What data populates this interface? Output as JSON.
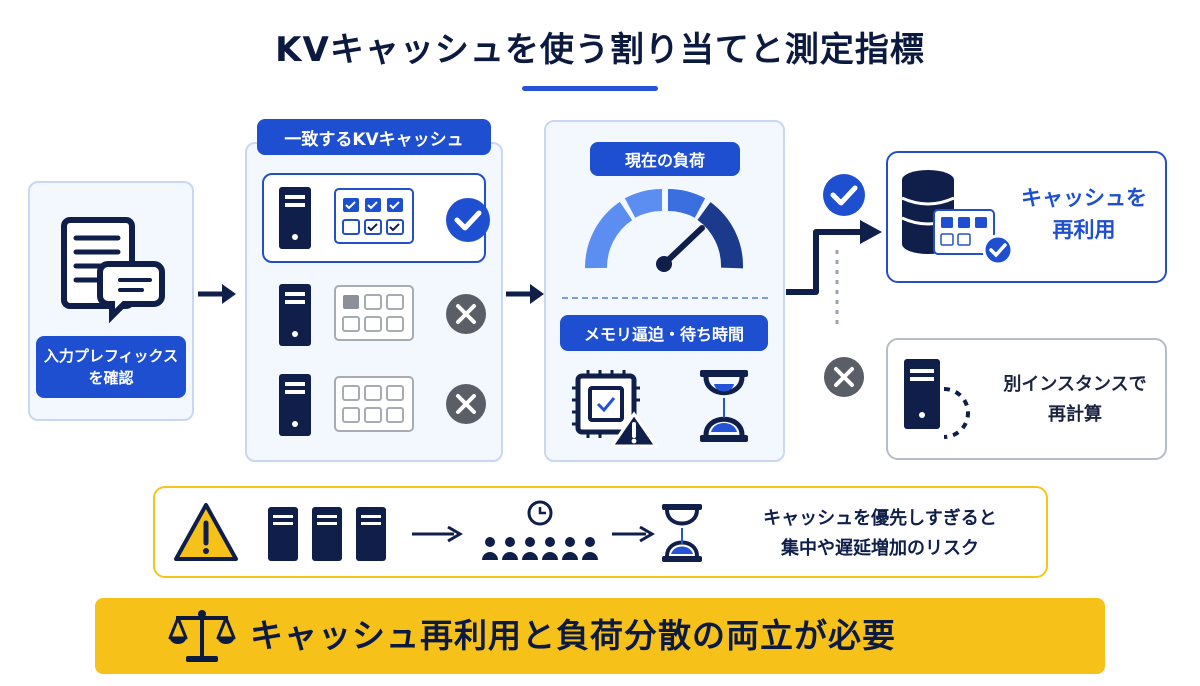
{
  "title": "KVキャッシュを使う割り当てと測定指標",
  "input_panel": {
    "label_line1": "入力プレフィックス",
    "label_line2": "を確認"
  },
  "cache_panel": {
    "header": "一致するKVキャッシュ",
    "rows": [
      {
        "status": "match"
      },
      {
        "status": "miss"
      },
      {
        "status": "miss"
      }
    ]
  },
  "load_panel": {
    "header": "現在の負荷",
    "metrics_label": "メモリ逼迫・待ち時間"
  },
  "reuse_box": {
    "line1": "キャッシュを",
    "line2": "再利用"
  },
  "recompute_box": {
    "line1": "別インスタンスで",
    "line2": "再計算"
  },
  "risk_bar": {
    "line1": "キャッシュを優先しすぎると",
    "line2": "集中や遅延増加のリスク"
  },
  "banner": {
    "text": "キャッシュ再利用と負荷分散の両立が必要"
  },
  "colors": {
    "accent": "#1f4fd1",
    "navy": "#0f1f4a",
    "warning": "#f6c21a",
    "panel": "#f3f7fe",
    "miss": "#5a5e66"
  }
}
